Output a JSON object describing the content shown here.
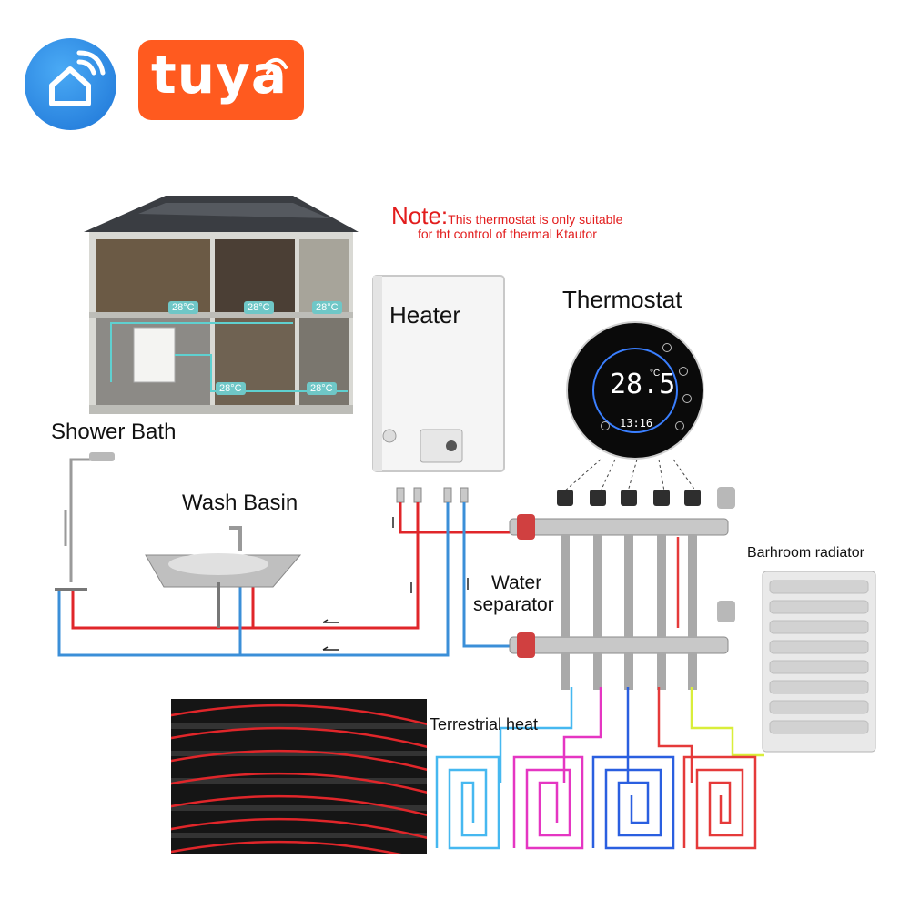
{
  "brand": {
    "app_icon": "smart-home-icon",
    "tuya_logo_text": "tuya",
    "colors": {
      "app_blue": "#2e8de8",
      "tuya_orange": "#ff5a1f"
    }
  },
  "note": {
    "heading": "Note:",
    "line1": "This thermostat is only suitable",
    "line2": "for tht control of thermal Ktautor"
  },
  "labels": {
    "heater": "Heater",
    "thermostat": "Thermostat",
    "shower_bath": "Shower Bath",
    "wash_basin": "Wash Basin",
    "water_separator_1": "Water",
    "water_separator_2": "separator",
    "bathroom_radiator": "Barhroom radiator",
    "terrestrial_heat": "Terrestrial heat"
  },
  "house": {
    "room_temps": [
      "28°C",
      "28°C",
      "28°C",
      "28°C",
      "28°C"
    ]
  },
  "thermostat_display": {
    "temperature": "28.5",
    "unit": "°C",
    "time": "13:16"
  },
  "colors": {
    "hot_pipe": "#e0262a",
    "cold_pipe": "#3b8fd8",
    "loop_cyan": "#46b8f0",
    "loop_magenta": "#e536c2",
    "loop_blue": "#2a5fe0",
    "loop_red": "#e53a3a",
    "loop_yellow": "#d9ee3a",
    "note_red": "#e21d1d"
  }
}
